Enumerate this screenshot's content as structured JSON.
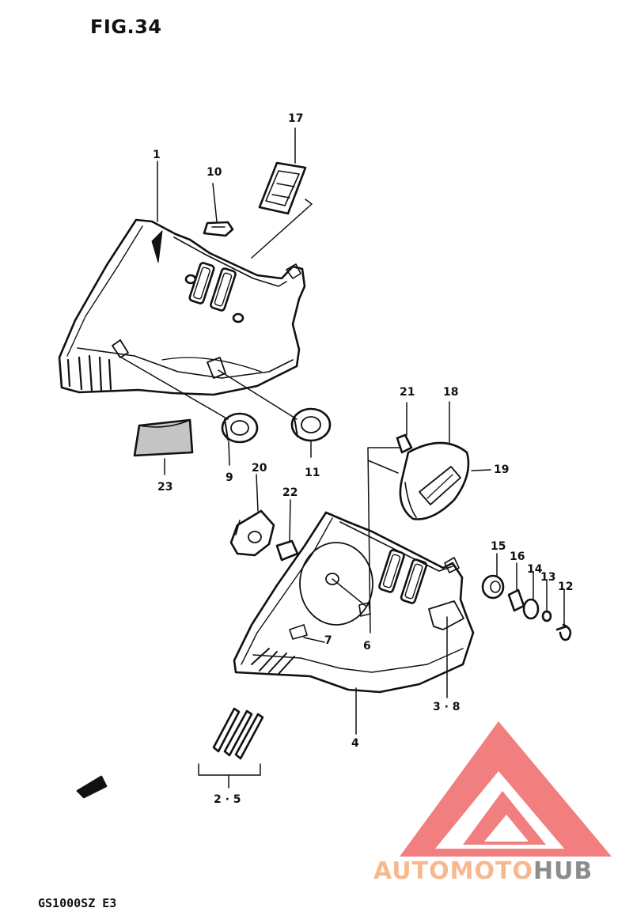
{
  "figure": {
    "title": "FIG.34",
    "model_code": "GS1000SZ  E3"
  },
  "callouts": [
    {
      "id": "c1",
      "text": "1"
    },
    {
      "id": "c10",
      "text": "10"
    },
    {
      "id": "c17",
      "text": "17"
    },
    {
      "id": "c21",
      "text": "21"
    },
    {
      "id": "c18",
      "text": "18"
    },
    {
      "id": "c19",
      "text": "19"
    },
    {
      "id": "c23",
      "text": "23"
    },
    {
      "id": "c9",
      "text": "9"
    },
    {
      "id": "c11",
      "text": "11"
    },
    {
      "id": "c20",
      "text": "20"
    },
    {
      "id": "c22",
      "text": "22"
    },
    {
      "id": "c15",
      "text": "15"
    },
    {
      "id": "c16",
      "text": "16"
    },
    {
      "id": "c14",
      "text": "14"
    },
    {
      "id": "c13",
      "text": "13"
    },
    {
      "id": "c12",
      "text": "12"
    },
    {
      "id": "c7",
      "text": "7"
    },
    {
      "id": "c6",
      "text": "6"
    },
    {
      "id": "c38",
      "text": "3 · 8"
    },
    {
      "id": "c4",
      "text": "4"
    },
    {
      "id": "c25",
      "text": "2 · 5"
    }
  ],
  "watermark": {
    "brand_part1": "AUTOMOTO",
    "brand_part2": "HUB",
    "color_main": "#ee5555",
    "color_light": "#f6b98e",
    "color_grey": "#8c8c8c"
  },
  "colors": {
    "line": "#111111",
    "paper": "#ffffff"
  }
}
